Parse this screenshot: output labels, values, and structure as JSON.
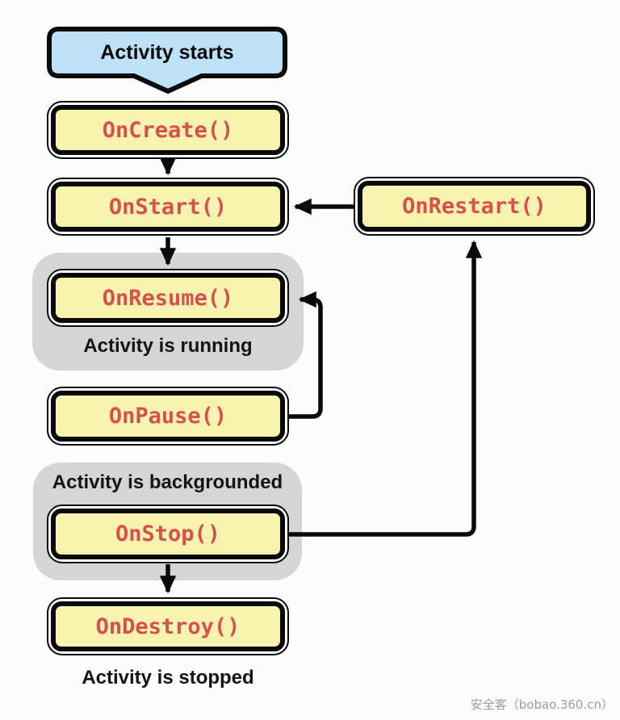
{
  "diagram": {
    "title_bubble": {
      "label": "Activity starts"
    },
    "nodes": {
      "oncreate": {
        "label": "OnCreate()"
      },
      "onstart": {
        "label": "OnStart()"
      },
      "onresume": {
        "label": "OnResume()"
      },
      "onpause": {
        "label": "OnPause()"
      },
      "onstop": {
        "label": "OnStop()"
      },
      "ondestroy": {
        "label": "OnDestroy()"
      },
      "onrestart": {
        "label": "OnRestart()"
      }
    },
    "groups": {
      "running": {
        "label": "Activity is running"
      },
      "backgrounded": {
        "label": "Activity is backgrounded"
      }
    },
    "footer_label": "Activity is stopped",
    "edges": [
      {
        "from": "title_bubble",
        "to": "oncreate"
      },
      {
        "from": "oncreate",
        "to": "onstart"
      },
      {
        "from": "onstart",
        "to": "onresume"
      },
      {
        "from": "onpause",
        "to": "onresume"
      },
      {
        "from": "onstop",
        "to": "ondestroy"
      },
      {
        "from": "onstop",
        "to": "onrestart"
      },
      {
        "from": "onrestart",
        "to": "onstart"
      }
    ],
    "watermark": "安全客（bobao.360.cn）",
    "colors": {
      "bubble_fill": "#bee1f7",
      "node_fill": "#f7f2ad",
      "node_text": "#d5504f",
      "group_fill": "#d5d5d5",
      "outline": "#0a0a0a",
      "background": "#fcfcfc",
      "watermark_text": "#9b9b9b"
    }
  }
}
